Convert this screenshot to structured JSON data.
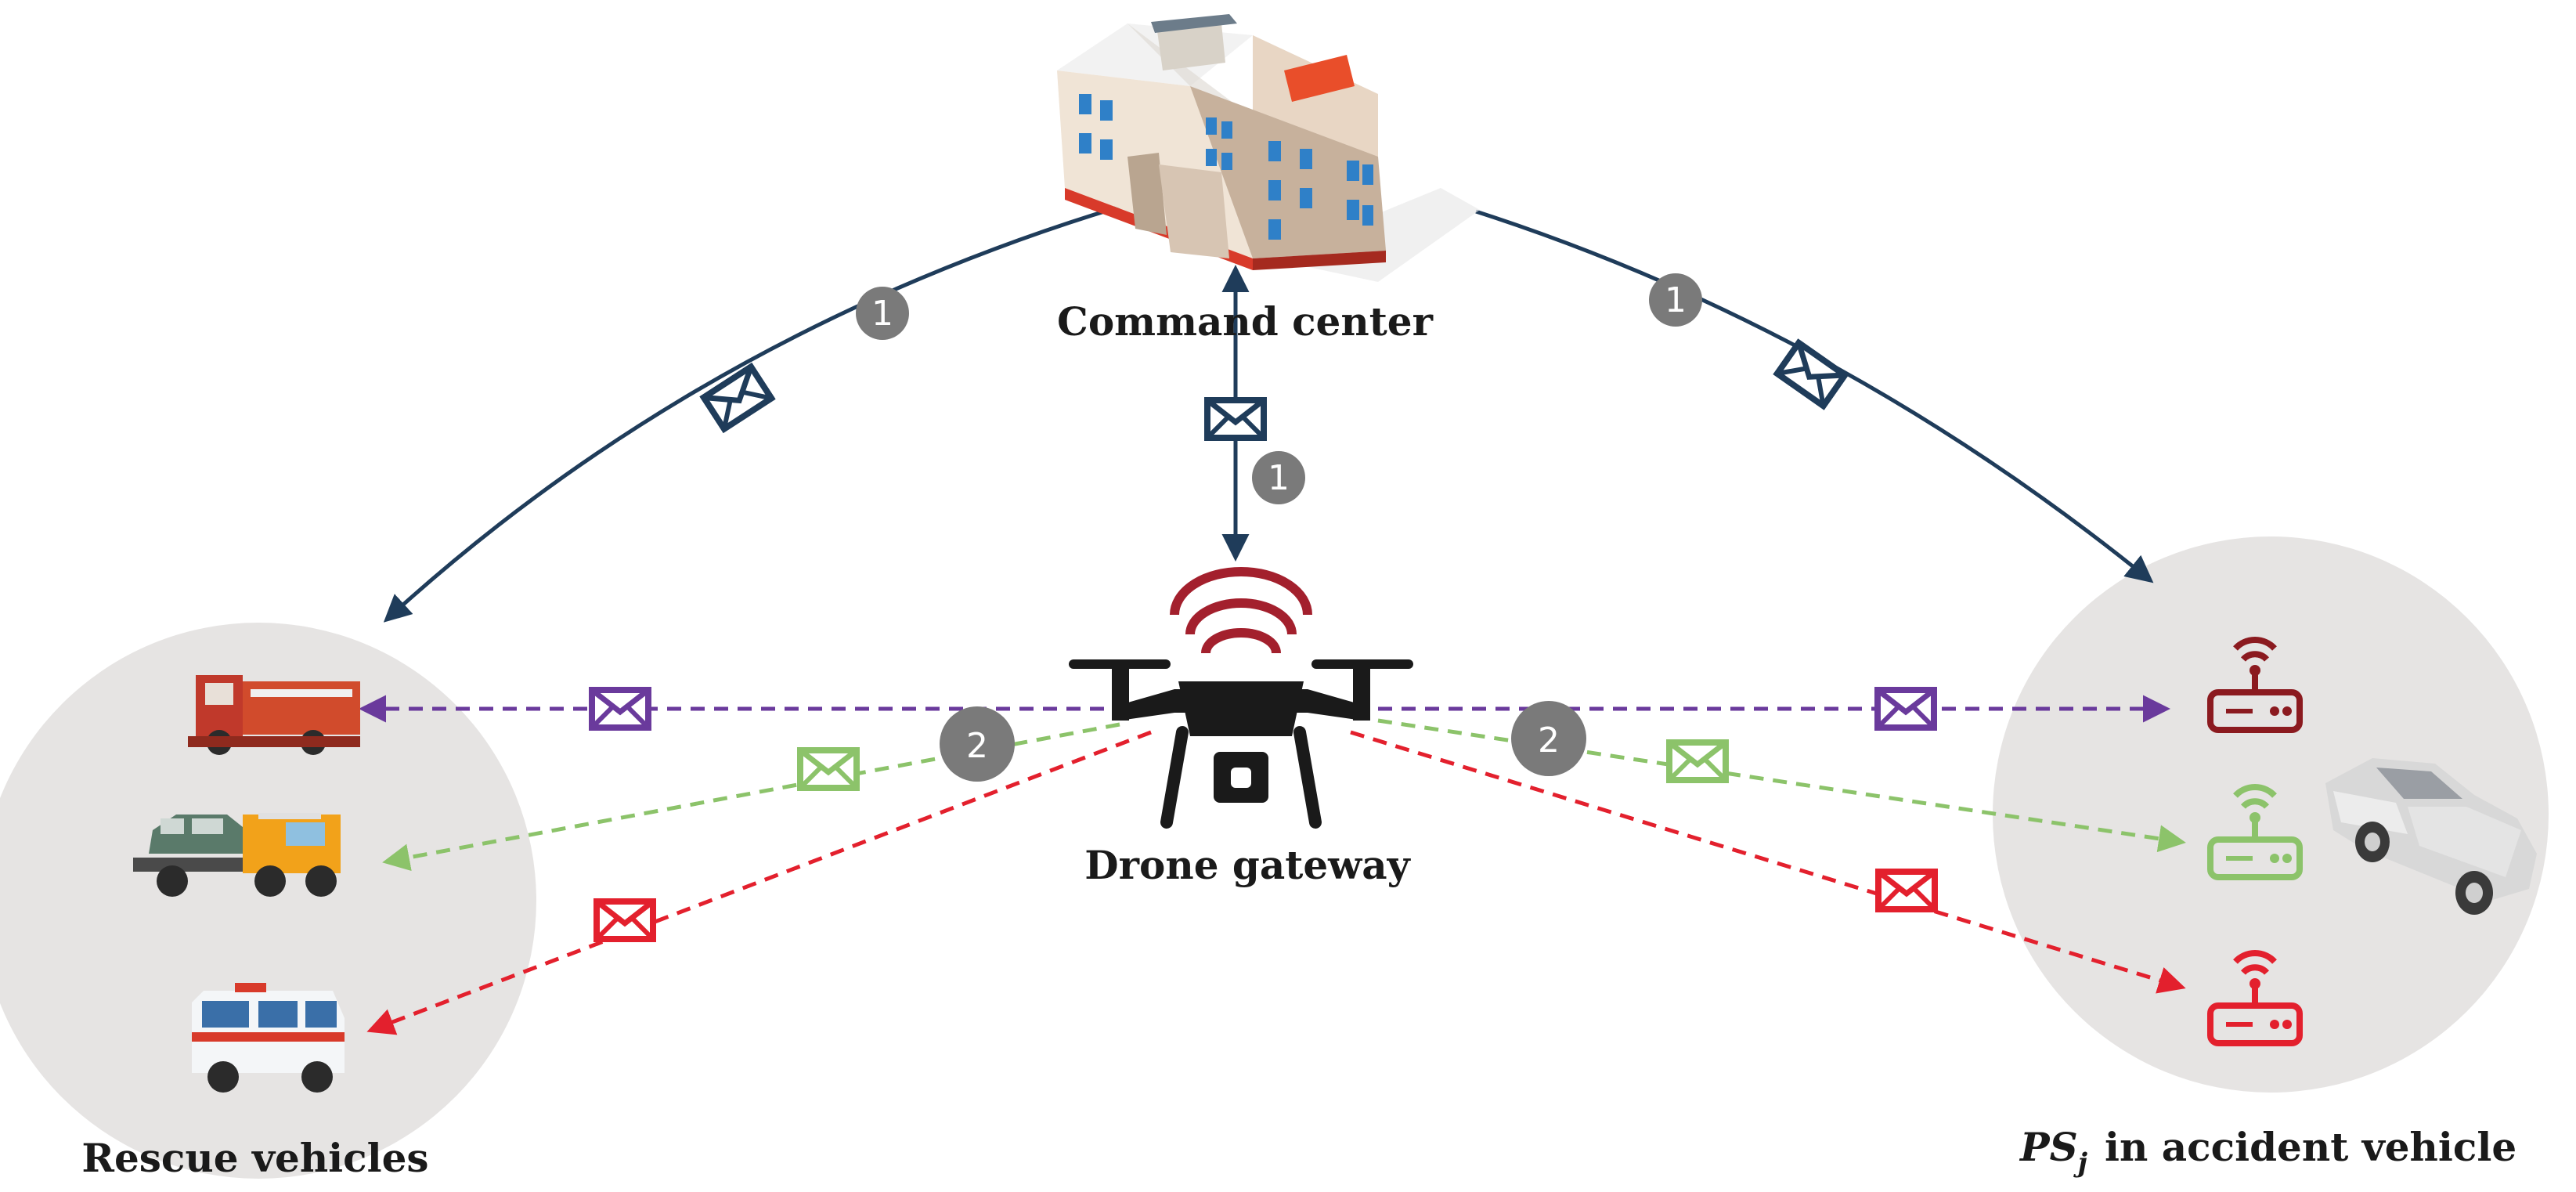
{
  "labels": {
    "command_center": "Command center",
    "drone_gateway": "Drone gateway",
    "rescue_vehicles": "Rescue vehicles",
    "accident_ps": "PS",
    "accident_sub": "j",
    "accident_rest": "in accident vehicle"
  },
  "steps": {
    "one": "1",
    "two": "2"
  },
  "colors": {
    "navy": "#1f3c5a",
    "purple": "#6a3a9c",
    "green": "#8cc36a",
    "red": "#e3202d",
    "dark_red": "#8b1a1f",
    "step_badge": "#7a7a7a",
    "circle_fill": "#e6e4e3"
  },
  "icons": {
    "building": "command-center-building-icon",
    "drone": "drone-icon",
    "fire_truck": "fire-truck-icon",
    "tow_truck": "tow-truck-icon",
    "ambulance": "ambulance-icon",
    "car": "accident-car-icon",
    "device": "physical-sensor-icon",
    "envelope": "envelope-icon"
  }
}
